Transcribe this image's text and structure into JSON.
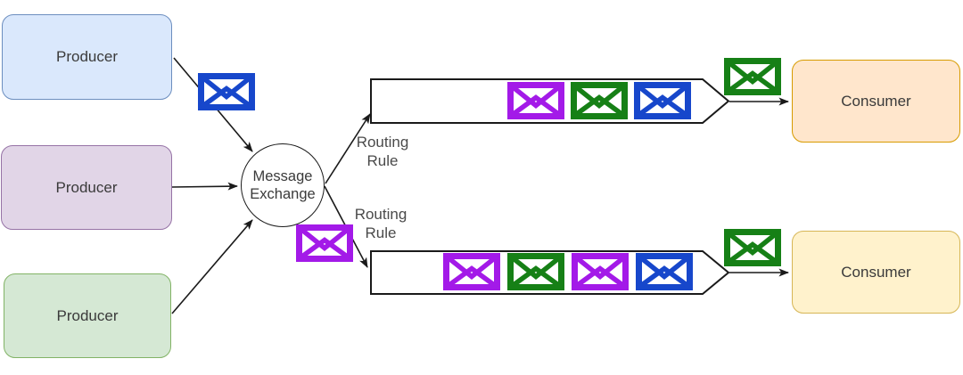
{
  "palette": {
    "producer1_fill": "#dae8fc",
    "producer1_border": "#6c8ebf",
    "producer2_fill": "#e1d5e7",
    "producer2_border": "#9673a6",
    "producer3_fill": "#d5e8d4",
    "producer3_border": "#82b366",
    "consumer1_fill": "#ffe6cc",
    "consumer1_border": "#d79b00",
    "consumer2_fill": "#fff2cc",
    "consumer2_border": "#d6b656",
    "message_blue": "#1747cb",
    "message_green": "#168016",
    "message_purple": "#a31ae8",
    "connector": "#1a1a1a"
  },
  "producers": [
    {
      "label": "Producer"
    },
    {
      "label": "Producer"
    },
    {
      "label": "Producer"
    }
  ],
  "exchange": {
    "label": "Message Exchange"
  },
  "routing_rules": [
    {
      "label": "Routing Rule"
    },
    {
      "label": "Routing Rule"
    }
  ],
  "consumers": [
    {
      "label": "Consumer"
    },
    {
      "label": "Consumer"
    }
  ],
  "queues": [
    {
      "messages": [
        {
          "icon": "purple-message-icon",
          "color": "#a31ae8"
        },
        {
          "icon": "green-message-icon",
          "color": "#168016"
        },
        {
          "icon": "blue-message-icon",
          "color": "#1747cb"
        }
      ]
    },
    {
      "messages": [
        {
          "icon": "purple-message-icon",
          "color": "#a31ae8"
        },
        {
          "icon": "green-message-icon",
          "color": "#168016"
        },
        {
          "icon": "purple-message-icon",
          "color": "#a31ae8"
        },
        {
          "icon": "blue-message-icon",
          "color": "#1747cb"
        }
      ]
    }
  ],
  "loose_messages": {
    "on_producer1_arrow": [
      {
        "icon": "blue-message-icon",
        "color": "#1747cb"
      }
    ],
    "near_exchange": [
      {
        "icon": "purple-message-icon",
        "color": "#a31ae8"
      }
    ],
    "above_queue1_tip": [
      {
        "icon": "green-message-icon",
        "color": "#168016"
      }
    ],
    "above_queue2_tip": [
      {
        "icon": "green-message-icon",
        "color": "#168016"
      }
    ]
  }
}
